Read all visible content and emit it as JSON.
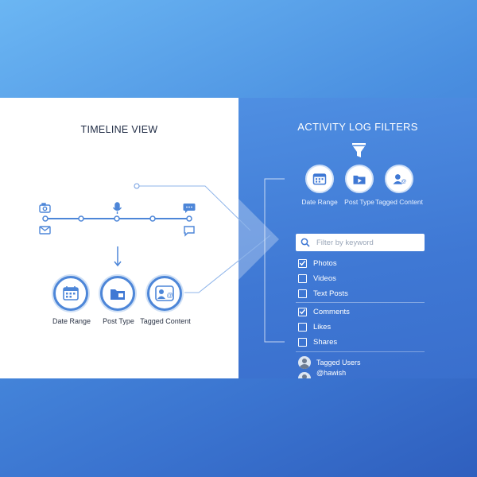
{
  "left": {
    "title": "TIMELINE VIEW",
    "buttons": [
      {
        "label": "Date Range",
        "icon": "calendar-icon"
      },
      {
        "label": "Post Type",
        "icon": "folder-icon"
      },
      {
        "label": "Tagged Content",
        "icon": "user-tag-icon"
      }
    ]
  },
  "right": {
    "title": "ACTIVITY LOG FILTERS",
    "buttons": [
      {
        "label": "Date Range",
        "icon": "calendar-icon"
      },
      {
        "label": "Post Type",
        "icon": "video-icon"
      },
      {
        "label": "Tagged Content",
        "icon": "user-tag-icon"
      }
    ],
    "search": {
      "placeholder": "Filter by keyword",
      "value": ""
    },
    "options_group1": [
      {
        "label": "Photos",
        "checked": true
      },
      {
        "label": "Videos",
        "checked": false
      },
      {
        "label": "Text Posts",
        "checked": false
      }
    ],
    "options_group2": [
      {
        "label": "Comments",
        "checked": true
      },
      {
        "label": "Likes",
        "checked": false
      },
      {
        "label": "Shares",
        "checked": false
      }
    ],
    "users": [
      {
        "label": "Tagged Users"
      },
      {
        "label": "@hawish"
      }
    ]
  },
  "colors": {
    "accent": "#4d86d8",
    "panel_blue": "#3f78d4",
    "background_top": "#6bb6f3",
    "background_bottom": "#2f5fbe"
  }
}
